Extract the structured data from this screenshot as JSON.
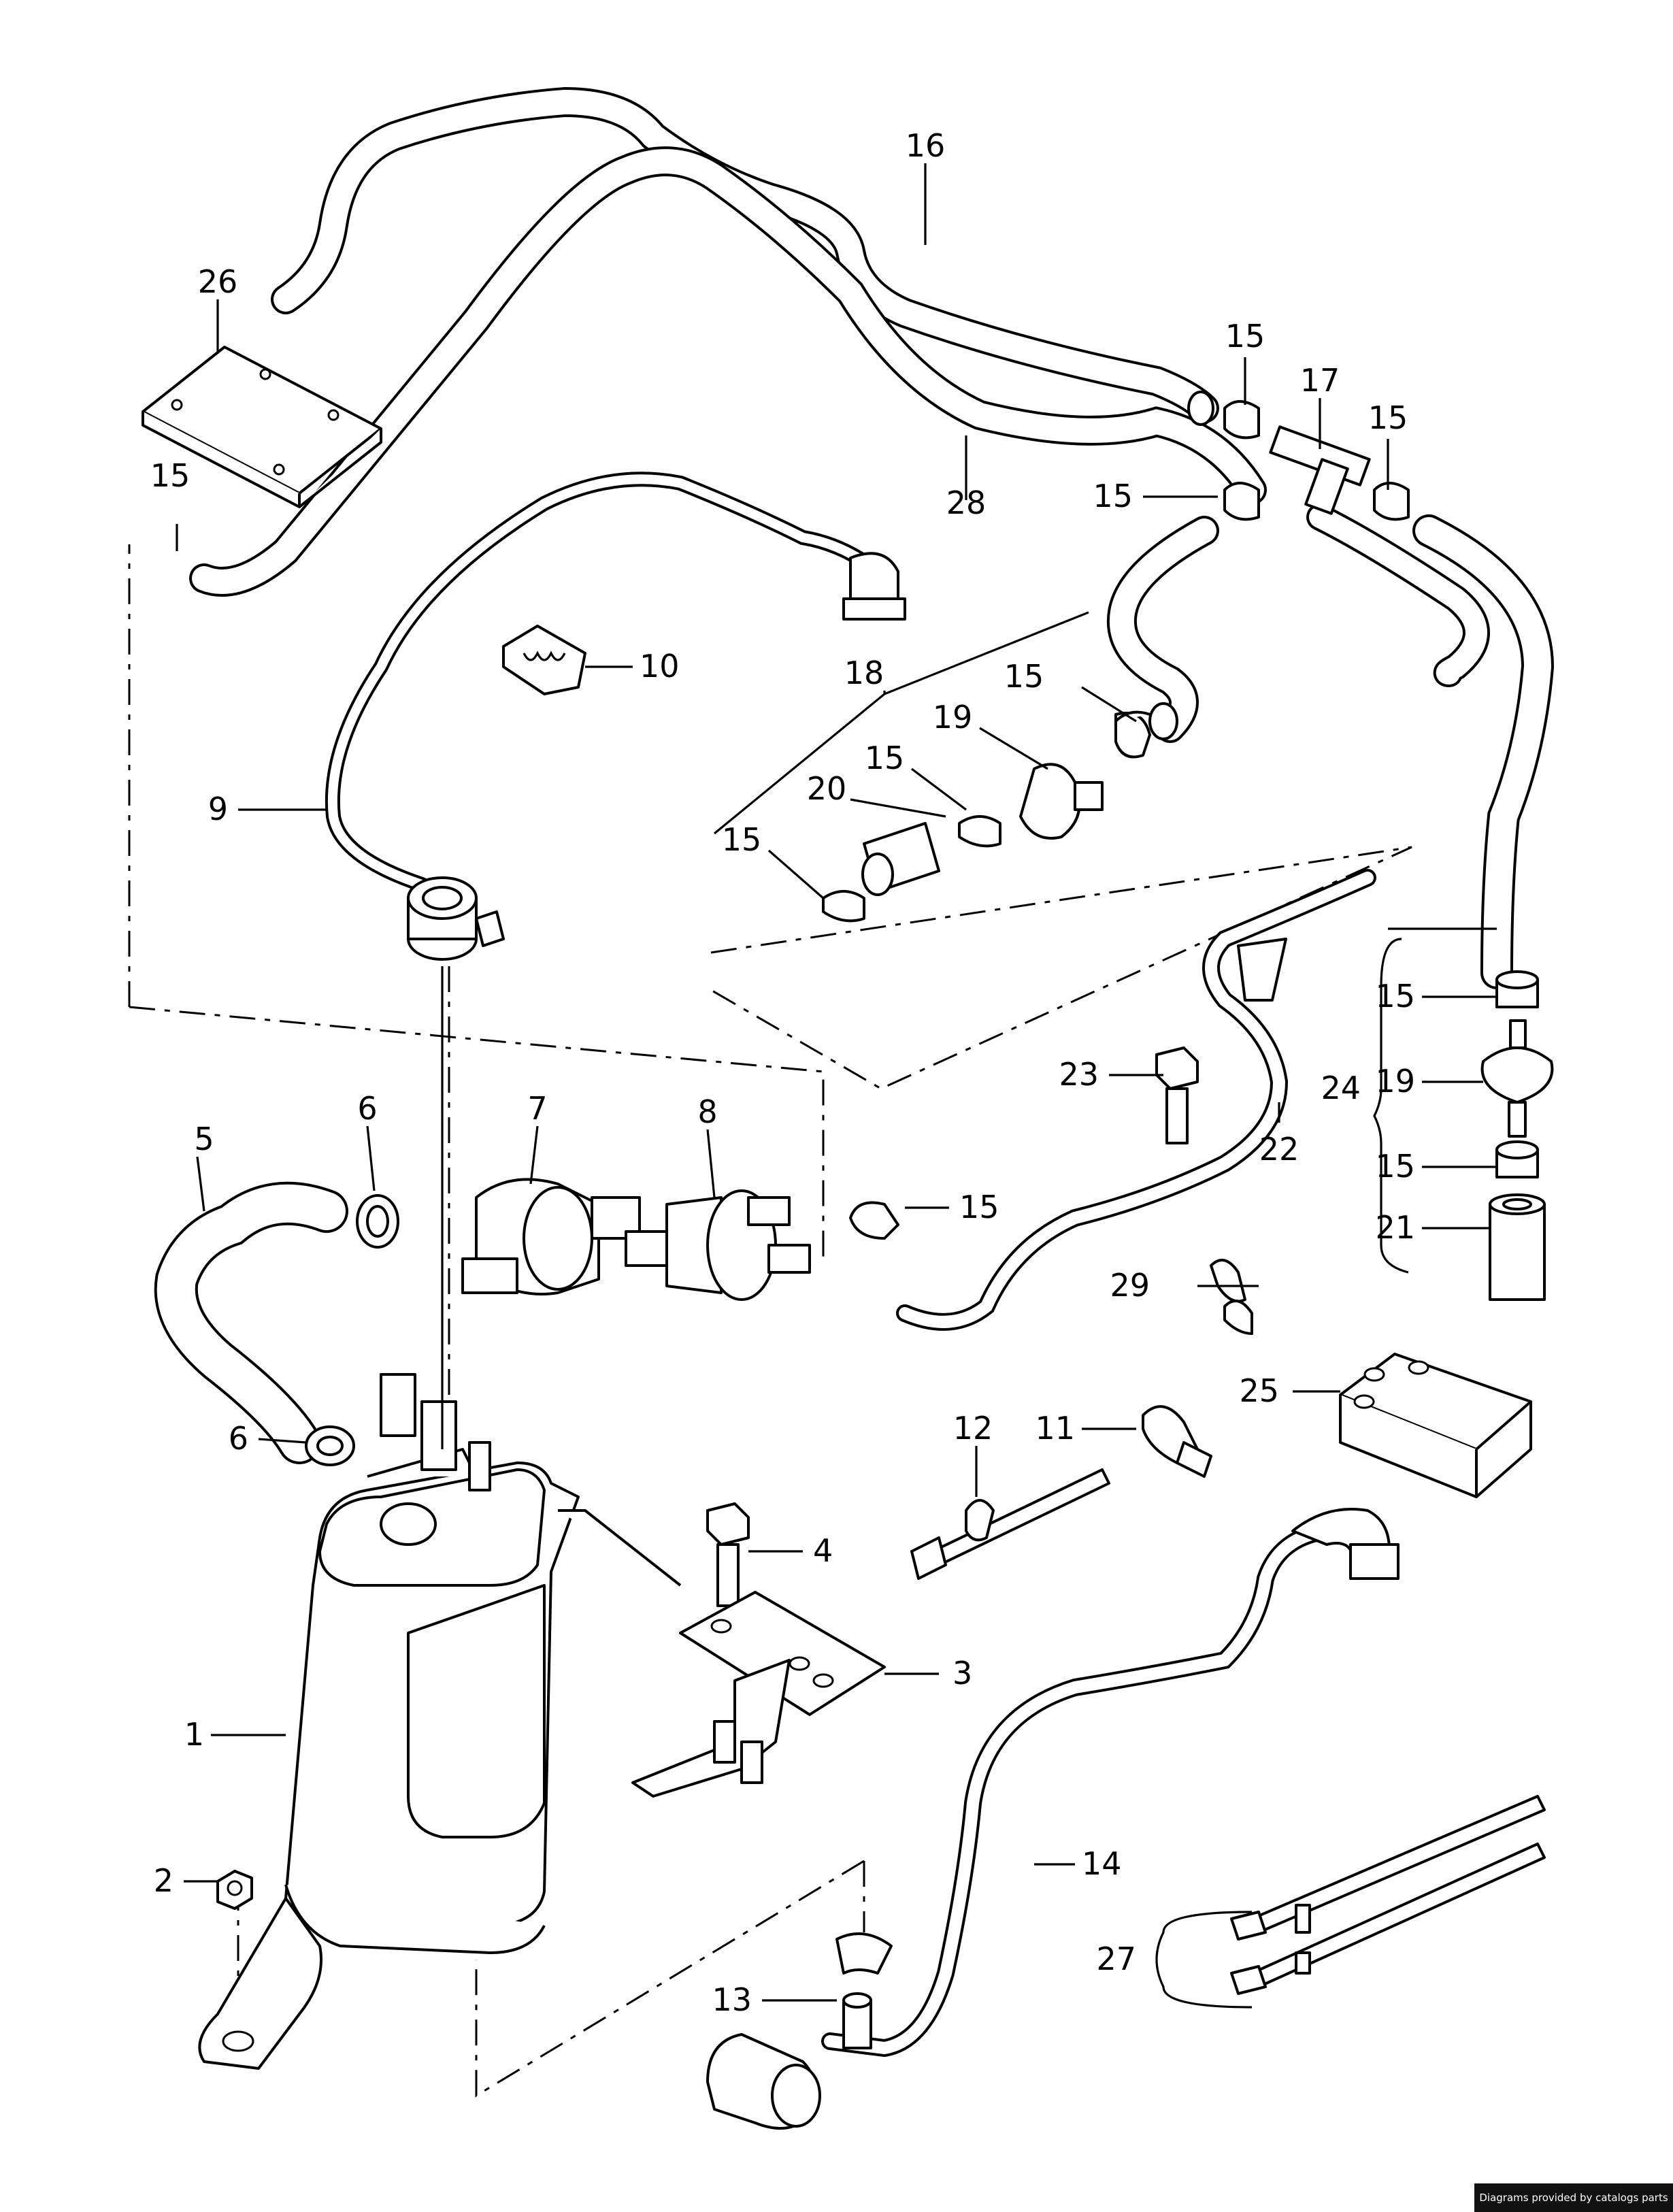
{
  "callouts": {
    "c1": "1",
    "c2": "2",
    "c3": "3",
    "c4": "4",
    "c5": "5",
    "c6a": "6",
    "c6b": "6",
    "c7": "7",
    "c8": "8",
    "c9": "9",
    "c10": "10",
    "c11": "11",
    "c12": "12",
    "c13": "13",
    "c14": "14",
    "c15a": "15",
    "c15b": "15",
    "c15c": "15",
    "c15d": "15",
    "c15e": "15",
    "c15f": "15",
    "c15g": "15",
    "c15h": "15",
    "c15i": "15",
    "c15j": "15",
    "c16": "16",
    "c17": "17",
    "c18": "18",
    "c19a": "19",
    "c19b": "19",
    "c20": "20",
    "c21": "21",
    "c22": "22",
    "c23": "23",
    "c24": "24",
    "c25": "25",
    "c26": "26",
    "c27": "27",
    "c28": "28",
    "c29": "29"
  },
  "watermark": "Diagrams provided by catalogs parts"
}
